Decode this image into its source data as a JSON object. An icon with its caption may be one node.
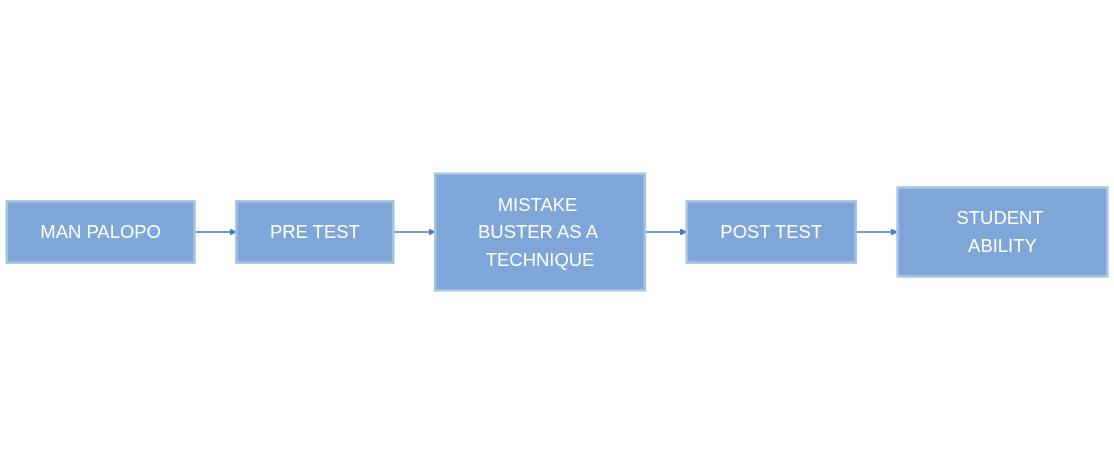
{
  "diagram": {
    "nodes": [
      {
        "text": [
          "MAN PALOPO"
        ]
      },
      {
        "text": [
          "PRE TEST"
        ]
      },
      {
        "text": [
          "MISTAKE BUSTER AS A TECHNIQUE"
        ]
      },
      {
        "text": [
          "POST TEST"
        ]
      },
      {
        "text": [
          "STUDENT ABILITY"
        ]
      }
    ],
    "edges": [
      {
        "from": 0,
        "to": 1,
        "arrow": "to"
      },
      {
        "from": 1,
        "to": 2,
        "arrow": "to"
      },
      {
        "from": 2,
        "to": 3,
        "arrow": "to"
      },
      {
        "from": 3,
        "to": 4,
        "arrow": "to"
      }
    ]
  }
}
